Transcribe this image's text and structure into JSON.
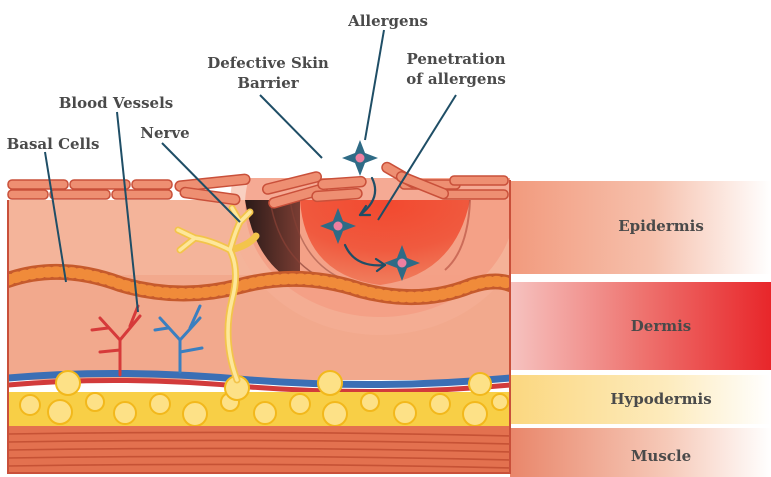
{
  "labels": {
    "allergens": "Allergens",
    "defective_line1": "Defective Skin",
    "defective_line2": "Barrier",
    "penetration_line1": "Penetration",
    "penetration_line2": "of allergens",
    "blood_vessels": "Blood Vessels",
    "nerve": "Nerve",
    "basal_cells": "Basal Cells"
  },
  "layers": [
    {
      "key": "epidermis",
      "label": "Epidermis",
      "color": "#f3a98c"
    },
    {
      "key": "dermis",
      "label": "Dermis",
      "color": "#e8262a"
    },
    {
      "key": "hypodermis",
      "label": "Hypodermis",
      "color": "#fbd77f"
    },
    {
      "key": "muscle",
      "label": "Muscle",
      "color": "#e07a5f"
    }
  ],
  "colors": {
    "skin_outline": "#c9503a",
    "epidermis_fill": "#f4b49a",
    "dermis_fill": "#f2a98d",
    "fat": "#fbd349",
    "muscle": "#e3714f",
    "allergen": "#2f6b86",
    "allergen_core": "#ee7fa0",
    "nerve": "#fbe18a",
    "artery": "#d63a3a",
    "vein": "#3a7fc0",
    "label_text": "#4a4a4a",
    "leader": "#1f4e66"
  }
}
